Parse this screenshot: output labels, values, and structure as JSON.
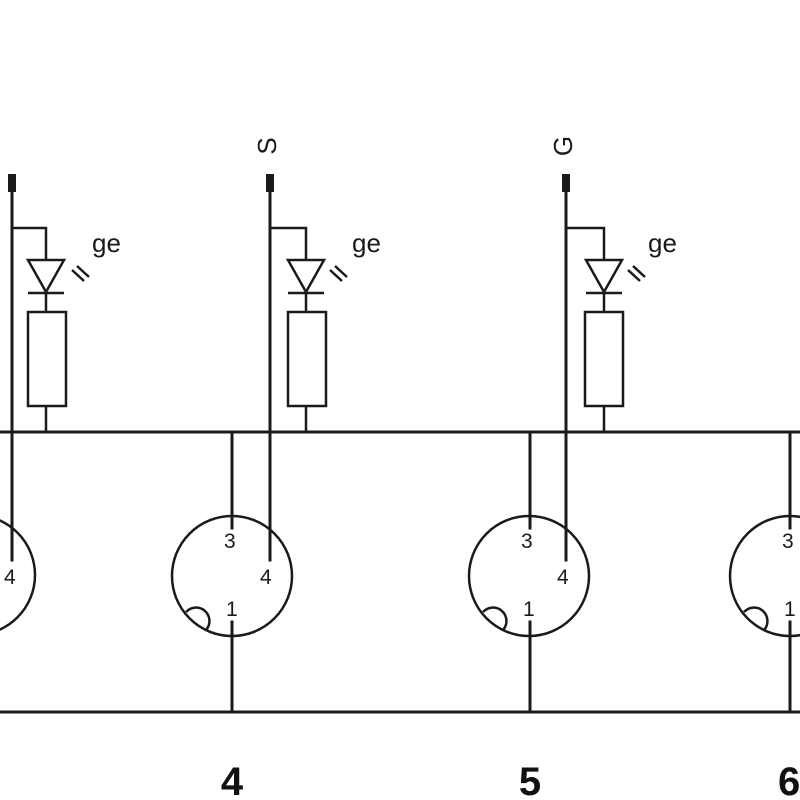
{
  "signal_labels": [
    "",
    "S",
    "G",
    ""
  ],
  "led_color_label": "ge",
  "pin_labels": {
    "pin3": "3",
    "pin4": "4",
    "pin1": "1"
  },
  "connector_numbers": [
    "",
    "4",
    "5",
    "6"
  ],
  "colors": {
    "line": "#1a1a1a",
    "background": "#ffffff"
  }
}
